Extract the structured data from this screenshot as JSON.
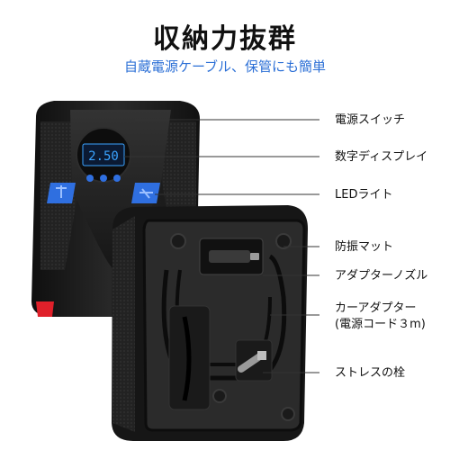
{
  "heading": {
    "title": "収納力抜群",
    "subtitle": "自蔵電源ケーブル、保管にも簡単"
  },
  "device": {
    "display_reading": "2.50"
  },
  "callouts": [
    {
      "id": "power-switch",
      "label": "電源スイッチ"
    },
    {
      "id": "digital-display",
      "label": "数字ディスプレイ"
    },
    {
      "id": "led-light",
      "label": "LEDライト"
    },
    {
      "id": "anti-vibration-mat",
      "label": "防振マット"
    },
    {
      "id": "adapter-nozzle",
      "label": "アダプターノズル"
    },
    {
      "id": "car-adapter",
      "label": "カーアダプター",
      "label_line2": "(電源コード３m)"
    },
    {
      "id": "valve-stem",
      "label": "ストレスの栓"
    }
  ],
  "colors": {
    "subtitle": "#2b6fd6",
    "device_body": "#1c1c1c",
    "button_blue": "#2f6fe0",
    "display_blue": "#3aa3ff",
    "accent_red": "#e0202a",
    "leader_line": "#333333"
  }
}
